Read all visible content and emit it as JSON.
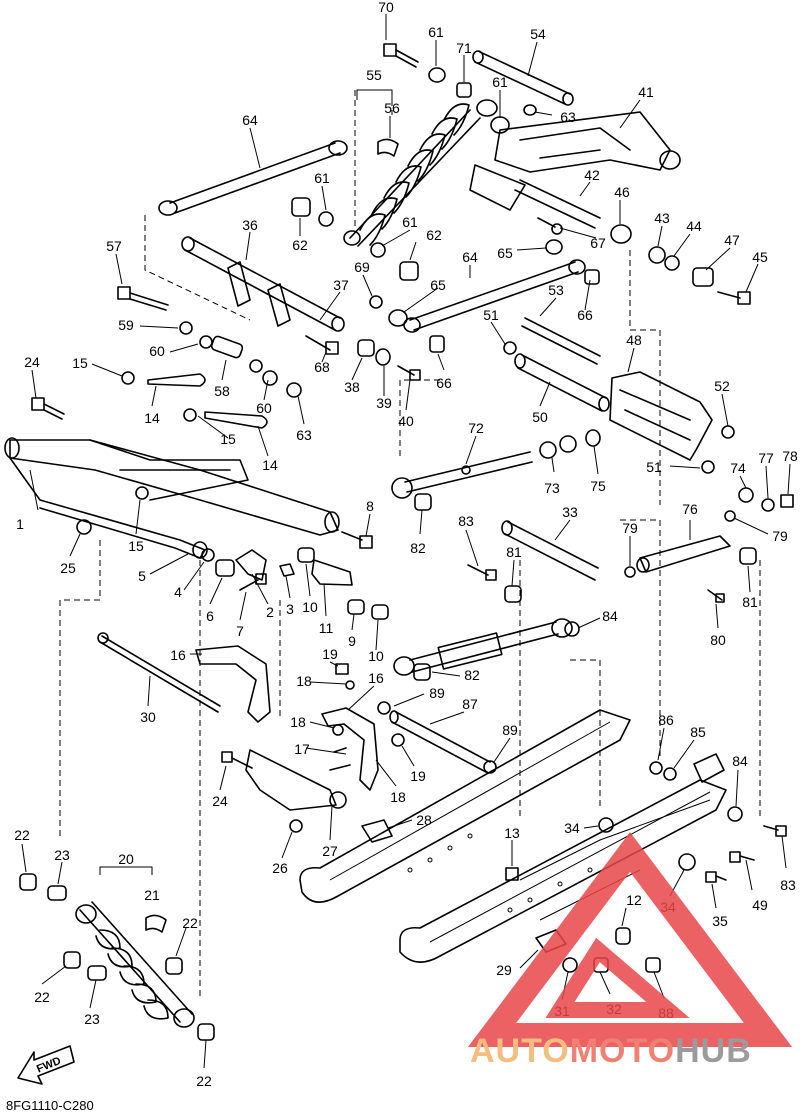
{
  "diagram_code": "8FG1110-C280",
  "fwd_label": "FWD",
  "watermark": {
    "auto": "AUTO",
    "moto": "MOTO",
    "hub": "HUB",
    "colors": {
      "auto": "#f4b36b",
      "moto": "#ee6a5a",
      "hub": "#8a8a8a",
      "triangle": "#e8464a"
    }
  },
  "callouts": [
    {
      "id": "c70",
      "label": "70"
    },
    {
      "id": "c61a",
      "label": "61"
    },
    {
      "id": "c71",
      "label": "71"
    },
    {
      "id": "c54",
      "label": "54"
    },
    {
      "id": "c55",
      "label": "55"
    },
    {
      "id": "c56",
      "label": "56"
    },
    {
      "id": "c61b",
      "label": "61"
    },
    {
      "id": "c63a",
      "label": "63"
    },
    {
      "id": "c41",
      "label": "41"
    },
    {
      "id": "c64a",
      "label": "64"
    },
    {
      "id": "c61c",
      "label": "61"
    },
    {
      "id": "c42",
      "label": "42"
    },
    {
      "id": "c46",
      "label": "46"
    },
    {
      "id": "c62a",
      "label": "62"
    },
    {
      "id": "c61d",
      "label": "61"
    },
    {
      "id": "c62b",
      "label": "62"
    },
    {
      "id": "c43",
      "label": "43"
    },
    {
      "id": "c44",
      "label": "44"
    },
    {
      "id": "c67",
      "label": "67"
    },
    {
      "id": "c36",
      "label": "36"
    },
    {
      "id": "c47",
      "label": "47"
    },
    {
      "id": "c65a",
      "label": "65"
    },
    {
      "id": "c57",
      "label": "57"
    },
    {
      "id": "c69",
      "label": "69"
    },
    {
      "id": "c64b",
      "label": "64"
    },
    {
      "id": "c45",
      "label": "45"
    },
    {
      "id": "c37",
      "label": "37"
    },
    {
      "id": "c65b",
      "label": "65"
    },
    {
      "id": "c53",
      "label": "53"
    },
    {
      "id": "c66a",
      "label": "66"
    },
    {
      "id": "c59",
      "label": "59"
    },
    {
      "id": "c51a",
      "label": "51"
    },
    {
      "id": "c60a",
      "label": "60"
    },
    {
      "id": "c68",
      "label": "68"
    },
    {
      "id": "c38",
      "label": "38"
    },
    {
      "id": "c39",
      "label": "39"
    },
    {
      "id": "c66b",
      "label": "66"
    },
    {
      "id": "c48",
      "label": "48"
    },
    {
      "id": "c58",
      "label": "58"
    },
    {
      "id": "c24a",
      "label": "24"
    },
    {
      "id": "c15a",
      "label": "15"
    },
    {
      "id": "c14a",
      "label": "14"
    },
    {
      "id": "c60b",
      "label": "60"
    },
    {
      "id": "c40",
      "label": "40"
    },
    {
      "id": "c52",
      "label": "52"
    },
    {
      "id": "c50",
      "label": "50"
    },
    {
      "id": "c63b",
      "label": "63"
    },
    {
      "id": "c15b",
      "label": "15"
    },
    {
      "id": "c14b",
      "label": "14"
    },
    {
      "id": "c72",
      "label": "72"
    },
    {
      "id": "c1",
      "label": "1"
    },
    {
      "id": "c73",
      "label": "73"
    },
    {
      "id": "c75",
      "label": "75"
    },
    {
      "id": "c51b",
      "label": "51"
    },
    {
      "id": "c74",
      "label": "74"
    },
    {
      "id": "c77",
      "label": "77"
    },
    {
      "id": "c78",
      "label": "78"
    },
    {
      "id": "c8",
      "label": "8"
    },
    {
      "id": "c15c",
      "label": "15"
    },
    {
      "id": "c82a",
      "label": "82"
    },
    {
      "id": "c83a",
      "label": "83"
    },
    {
      "id": "c33",
      "label": "33"
    },
    {
      "id": "c76",
      "label": "76"
    },
    {
      "id": "c79a",
      "label": "79"
    },
    {
      "id": "c79b",
      "label": "79"
    },
    {
      "id": "c25",
      "label": "25"
    },
    {
      "id": "c5",
      "label": "5"
    },
    {
      "id": "c81a",
      "label": "81"
    },
    {
      "id": "c4",
      "label": "4"
    },
    {
      "id": "c6",
      "label": "6"
    },
    {
      "id": "c2",
      "label": "2"
    },
    {
      "id": "c3",
      "label": "3"
    },
    {
      "id": "c10a",
      "label": "10"
    },
    {
      "id": "c81b",
      "label": "81"
    },
    {
      "id": "c7",
      "label": "7"
    },
    {
      "id": "c11",
      "label": "11"
    },
    {
      "id": "c9",
      "label": "9"
    },
    {
      "id": "c10b",
      "label": "10"
    },
    {
      "id": "c84a",
      "label": "84"
    },
    {
      "id": "c80",
      "label": "80"
    },
    {
      "id": "c16a",
      "label": "16"
    },
    {
      "id": "c19a",
      "label": "19"
    },
    {
      "id": "c18a",
      "label": "18"
    },
    {
      "id": "c16b",
      "label": "16"
    },
    {
      "id": "c82b",
      "label": "82"
    },
    {
      "id": "c30",
      "label": "30"
    },
    {
      "id": "c89a",
      "label": "89"
    },
    {
      "id": "c87",
      "label": "87"
    },
    {
      "id": "c18b",
      "label": "18"
    },
    {
      "id": "c89b",
      "label": "89"
    },
    {
      "id": "c86",
      "label": "86"
    },
    {
      "id": "c85",
      "label": "85"
    },
    {
      "id": "c17",
      "label": "17"
    },
    {
      "id": "c19b",
      "label": "19"
    },
    {
      "id": "c84b",
      "label": "84"
    },
    {
      "id": "c18c",
      "label": "18"
    },
    {
      "id": "c24b",
      "label": "24"
    },
    {
      "id": "c28",
      "label": "28"
    },
    {
      "id": "c34a",
      "label": "34"
    },
    {
      "id": "c13",
      "label": "13"
    },
    {
      "id": "c22a",
      "label": "22"
    },
    {
      "id": "c27",
      "label": "27"
    },
    {
      "id": "c23a",
      "label": "23"
    },
    {
      "id": "c26",
      "label": "26"
    },
    {
      "id": "c83b",
      "label": "83"
    },
    {
      "id": "c20",
      "label": "20"
    },
    {
      "id": "c49",
      "label": "49"
    },
    {
      "id": "c21",
      "label": "21"
    },
    {
      "id": "c12",
      "label": "12"
    },
    {
      "id": "c34b",
      "label": "34"
    },
    {
      "id": "c35",
      "label": "35"
    },
    {
      "id": "c22b",
      "label": "22"
    },
    {
      "id": "c29",
      "label": "29"
    },
    {
      "id": "c22c",
      "label": "22"
    },
    {
      "id": "c23b",
      "label": "23"
    },
    {
      "id": "c31",
      "label": "31"
    },
    {
      "id": "c32",
      "label": "32"
    },
    {
      "id": "c88",
      "label": "88"
    },
    {
      "id": "c22d",
      "label": "22"
    }
  ]
}
